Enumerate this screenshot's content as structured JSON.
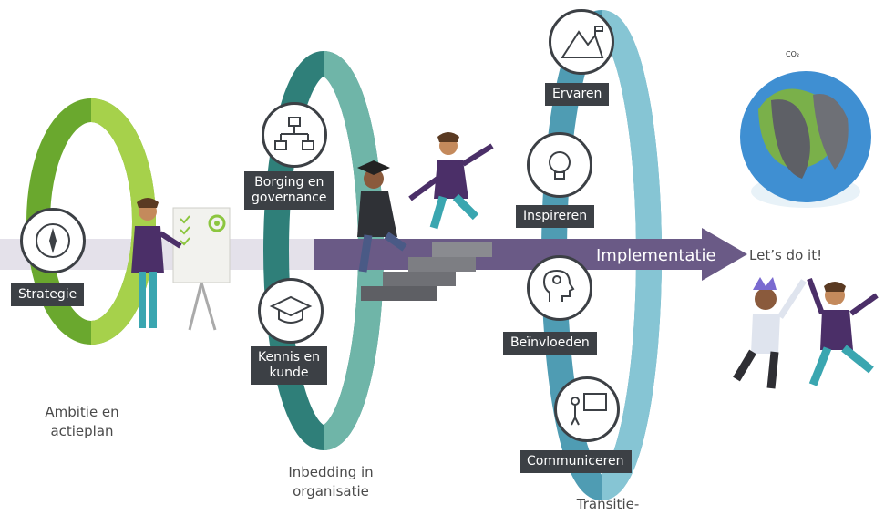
{
  "stages": {
    "strategie": {
      "label": "Strategie",
      "caption_line1": "Ambitie en",
      "caption_line2": "actieplan"
    },
    "inbedding": {
      "label_borging_line1": "Borging en",
      "label_borging_line2": "governance",
      "label_kennis_line1": "Kennis en",
      "label_kennis_line2": "kunde",
      "caption_line1": "Inbedding in",
      "caption_line2": "organisatie"
    },
    "transitie": {
      "items": [
        "Ervaren",
        "Inspireren",
        "Beïnvloeden",
        "Communiceren"
      ],
      "caption": "Transitie-"
    }
  },
  "arrow": {
    "label": "Implementatie"
  },
  "goal": {
    "label": "Let’s do it!",
    "globe_text": "CO₂"
  },
  "colors": {
    "green": "#8cc63f",
    "teal": "#3a8f87",
    "blue": "#6fb8c9",
    "purple": "#6a5a86",
    "dark": "#3c4045"
  }
}
